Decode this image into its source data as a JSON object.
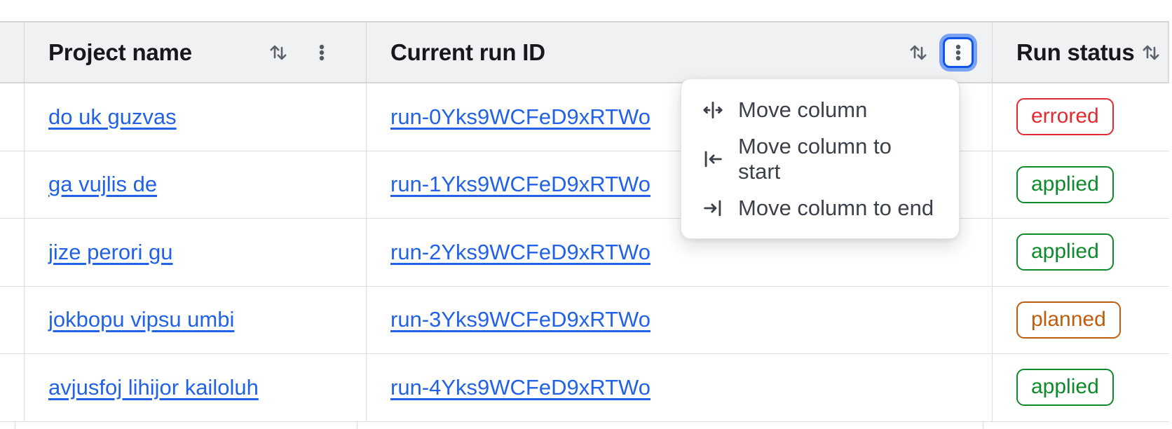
{
  "table": {
    "columns": [
      {
        "id": "project",
        "label": "Project name"
      },
      {
        "id": "run",
        "label": "Current run ID"
      },
      {
        "id": "status",
        "label": "Run status"
      }
    ],
    "rows": [
      {
        "project": "do uk guzvas",
        "run_id": "run-0Yks9WCFeD9xRTWo",
        "status": "errored"
      },
      {
        "project": "ga vujlis de",
        "run_id": "run-1Yks9WCFeD9xRTWo",
        "status": "applied"
      },
      {
        "project": "jize perori gu",
        "run_id": "run-2Yks9WCFeD9xRTWo",
        "status": "applied"
      },
      {
        "project": "jokbopu vipsu umbi",
        "run_id": "run-3Yks9WCFeD9xRTWo",
        "status": "planned"
      },
      {
        "project": "avjusfoj lihijor kailoluh",
        "run_id": "run-4Yks9WCFeD9xRTWo",
        "status": "applied"
      }
    ]
  },
  "menu": {
    "items": [
      {
        "label": "Move column",
        "icon": "move-column-icon"
      },
      {
        "label": "Move column to start",
        "icon": "move-column-start-icon"
      },
      {
        "label": "Move column to end",
        "icon": "move-column-end-icon"
      }
    ]
  },
  "icons": {
    "sort": "sort-arrows-icon",
    "kebab": "kebab-menu-icon"
  },
  "colors": {
    "link": "#2262e6",
    "header_bg": "#f0f1f2",
    "border": "#d3d5d9",
    "focus_ring_border": "#0e56e9",
    "focus_ring_halo": "#7ba2f3",
    "status": {
      "errored": "#e02c30",
      "applied": "#0e8a2b",
      "planned": "#c05c0e"
    }
  }
}
